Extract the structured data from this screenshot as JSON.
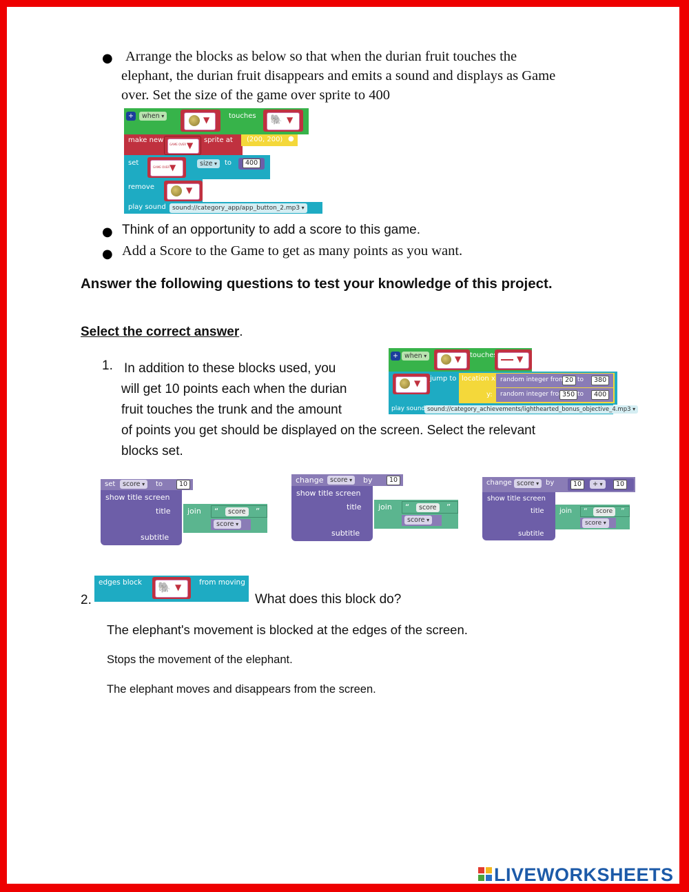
{
  "instructions": {
    "bullet1": "Arrange the blocks as below so that when the durian fruit touches the elephant, the durian fruit disappears and emits a sound and displays as Game over. Set the size of the game over sprite to 400",
    "bullet1_line1": "Arrange the blocks as below so that when the durian fruit touches the",
    "bullet1_line2": "elephant, the durian fruit disappears and emits a sound and displays as Game",
    "bullet1_line3": "over. Set the size of the game over sprite to 400",
    "bullet2": "Think of an opportunity to add a score to this game.",
    "bullet3": "Add a Score to the Game to get as many points as you want."
  },
  "block_set_1": {
    "plus": "+",
    "when": "when",
    "touches": "touches",
    "make_new": "make new",
    "sprite_at": "sprite at",
    "coords": "(200, 200)",
    "set": "set",
    "size": "size",
    "to": "to",
    "size_value": "400",
    "remove": "remove",
    "play_sound": "play sound",
    "sound_file": "sound://category_app/app_button_2.mp3",
    "game_over_tag": "GAME OVER"
  },
  "heading": "Answer the following questions to test your knowledge of this project.",
  "select_label": "Select the correct answer",
  "select_period": ".",
  "question1": {
    "number": "1.",
    "line1": "In addition to these blocks used, you",
    "line2": "will get 10 points each when the durian",
    "line3": "fruit touches the trunk and the amount",
    "line4": "of points you get should be displayed on the screen. Select the relevant",
    "line5": "blocks set."
  },
  "block_set_2": {
    "plus": "+",
    "when": "when",
    "touches": "touches",
    "jump_to": "jump to",
    "location_x": "location x:",
    "y": "y:",
    "random_integer_from": "random integer from",
    "to": "to",
    "x_from": "20",
    "x_to": "380",
    "y_from": "350",
    "y_to": "400",
    "play_sound": "play sound",
    "sound_file": "sound://category_achievements/lighthearted_bonus_objective_4.mp3"
  },
  "options": [
    {
      "head_word": "set",
      "var": "score",
      "mid": "to",
      "value": "10",
      "show_title": "show title screen",
      "title": "title",
      "join": "join",
      "open_quote": "“",
      "string": "score",
      "close_quote": "”",
      "var2": "score",
      "subtitle": "subtitle"
    },
    {
      "head_word": "change",
      "var": "score",
      "mid": "by",
      "value": "10",
      "show_title": "show title screen",
      "title": "title",
      "join": "join",
      "open_quote": "“",
      "string": "score",
      "close_quote": "”",
      "var2": "score",
      "subtitle": "subtitle"
    },
    {
      "head_word": "change",
      "var": "score",
      "mid": "by",
      "value_a": "10",
      "op": "+",
      "value_b": "10",
      "show_title": "show title screen",
      "title": "title",
      "join": "join",
      "open_quote": "“",
      "string": "score",
      "close_quote": "”",
      "var2": "score",
      "subtitle": "subtitle"
    }
  ],
  "question2": {
    "number": "2.",
    "block_label_left": "edges block",
    "block_label_right": "from moving",
    "question": "What does this block do?",
    "answers": [
      "The elephant's movement is blocked at the edges of the screen.",
      "Stops the movement of the elephant.",
      "The elephant moves and disappears from the screen."
    ]
  },
  "footer": {
    "brand": "LIVEWORKSHEETS",
    "live_letters": [
      "L",
      "I",
      "V",
      "E"
    ]
  },
  "colors": {
    "border": "#ee0000",
    "block_green": "#37b34a",
    "block_red": "#c0313f",
    "block_teal": "#1eabc3",
    "block_yellow": "#f4d83a",
    "block_purple": "#6d5ea8",
    "block_mint": "#5bb58f",
    "brand_blue": "#1c5aa8"
  }
}
